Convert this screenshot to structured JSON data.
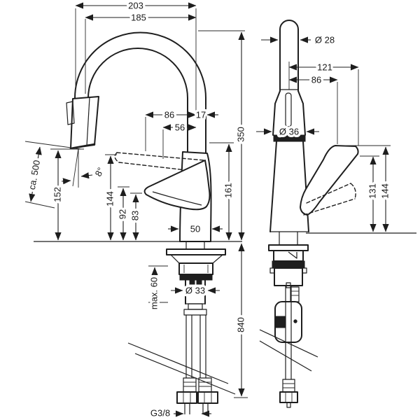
{
  "colors": {
    "ink": "#1e1e1e",
    "background": "#ffffff"
  },
  "side_view": {
    "dims": {
      "reach_outer": "203",
      "reach_inner": "185",
      "hose_pullout_length": "ca. 500",
      "outlet_height": "152",
      "spray_angle": "8°",
      "offset_outer": "86",
      "offset_axis": "17",
      "offset_inner": "56",
      "spout_top_height": "350",
      "outlet_underside_height": "161",
      "handle_tip_height": "144",
      "handle_mid_height": "92",
      "handle_low_height": "83",
      "base_width": "50",
      "shank_diameter": "Ø 33",
      "max_counter_thickness": "max. 60",
      "hose_total_length": "840",
      "connection_thread": "G3/8"
    }
  },
  "front_view": {
    "dims": {
      "spout_diameter": "Ø 28",
      "handle_reach_outer": "121",
      "handle_reach_inner": "86",
      "body_diameter": "Ø 36",
      "handle_underside_height": "131",
      "handle_top_height": "144"
    }
  }
}
